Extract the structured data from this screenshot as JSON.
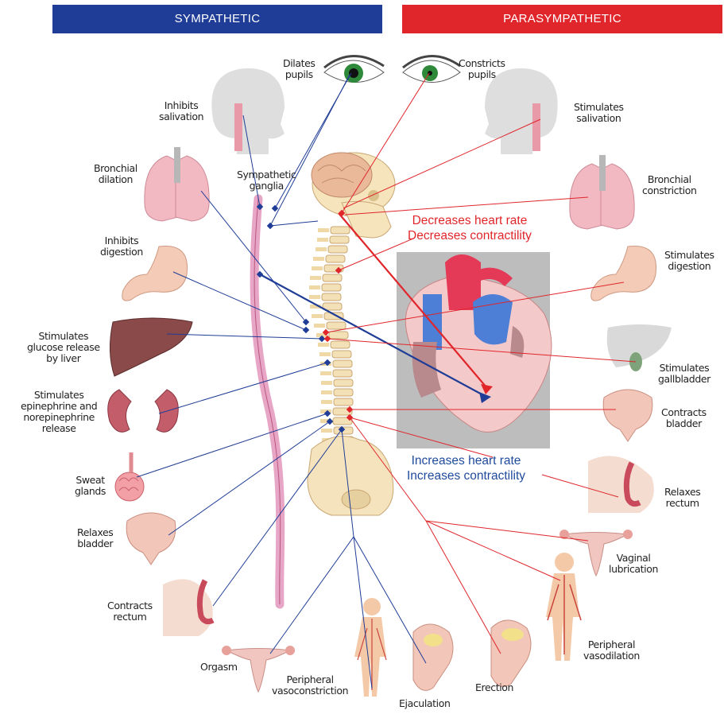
{
  "headers": {
    "sympathetic": "SYMPATHETIC",
    "parasympathetic": "PARASYMPATHETIC"
  },
  "sympathetic_effects": {
    "pupils": [
      "Dilates",
      "pupils"
    ],
    "salivation": [
      "Inhibits",
      "salivation"
    ],
    "bronchial": [
      "Bronchial",
      "dilation"
    ],
    "ganglia": [
      "Sympathetic",
      "ganglia"
    ],
    "digestion": [
      "Inhibits",
      "digestion"
    ],
    "liver": [
      "Stimulates",
      "glucose release",
      "by liver"
    ],
    "adrenal": [
      "Stimulates",
      "epinephrine and",
      "norepinephrine",
      "release"
    ],
    "sweat": [
      "Sweat",
      "glands"
    ],
    "bladder": [
      "Relaxes",
      "bladder"
    ],
    "rectum": [
      "Contracts",
      "rectum"
    ],
    "orgasm": "Orgasm",
    "vasoconstriction": [
      "Peripheral",
      "vasoconstriction"
    ],
    "ejaculation": "Ejaculation"
  },
  "parasympathetic_effects": {
    "pupils": [
      "Constricts",
      "pupils"
    ],
    "salivation": [
      "Stimulates",
      "salivation"
    ],
    "bronchial": [
      "Bronchial",
      "constriction"
    ],
    "digestion": [
      "Stimulates",
      "digestion"
    ],
    "gallbladder": [
      "Stimulates",
      "gallbladder"
    ],
    "bladder": [
      "Contracts",
      "bladder"
    ],
    "rectum": [
      "Relaxes",
      "rectum"
    ],
    "vaginal": [
      "Vaginal",
      "lubrication"
    ],
    "vasodilation": [
      "Peripheral",
      "vasodilation"
    ],
    "erection": "Erection"
  },
  "heart": {
    "parasympathetic": [
      "Decreases heart rate",
      "Decreases contractility"
    ],
    "sympathetic": [
      "Increases heart rate",
      "Increases contractility"
    ]
  },
  "colors": {
    "sympathetic": "#1f3d96",
    "parasympathetic": "#e0262b",
    "heart_panel": "#bdbdbd"
  }
}
